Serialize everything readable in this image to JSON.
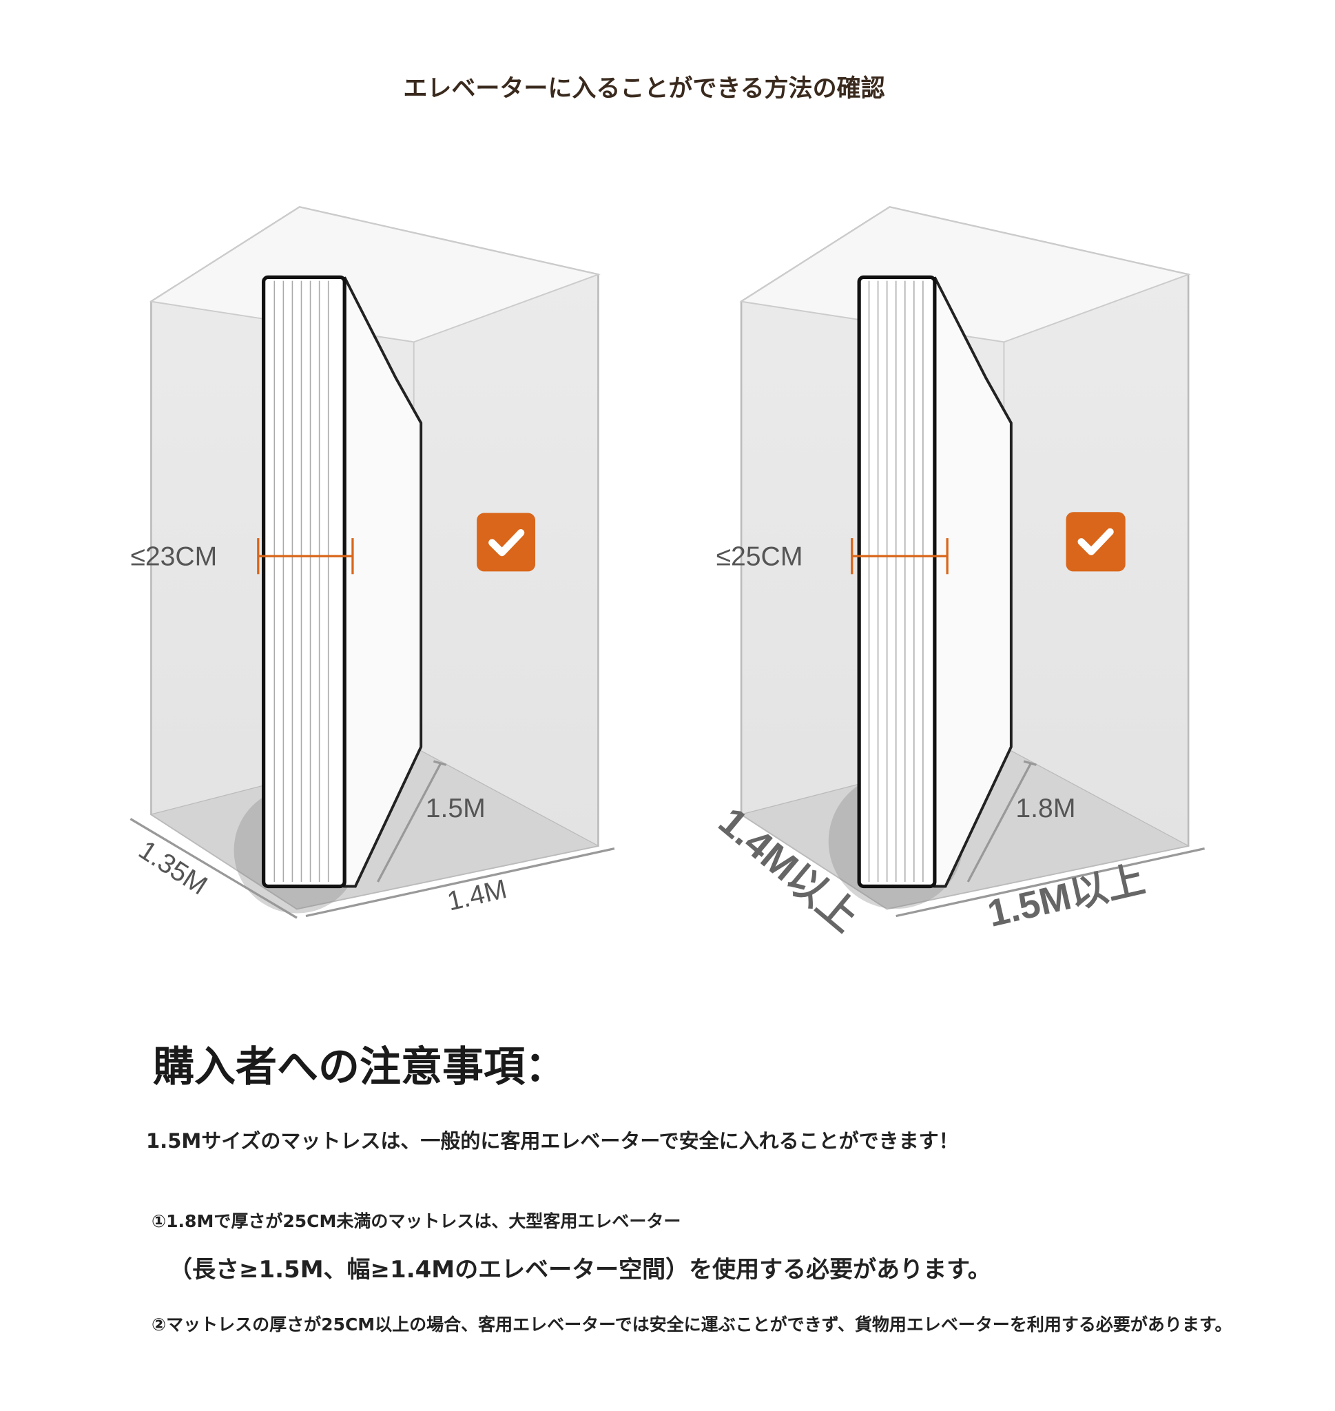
{
  "title": "エレベーターに入ることができる方法の確認",
  "colors": {
    "accent": "#d9661a",
    "label": "#555555",
    "title": "#3a2a1e"
  },
  "diagrams": [
    {
      "thickness_label": "≤23CM",
      "mattress_length_label": "1.5M",
      "depth_label": "1.35M",
      "width_label": "1.4M",
      "status_icon": "check-icon"
    },
    {
      "thickness_label": "≤25CM",
      "mattress_length_label": "1.8M",
      "depth_label": "1.4M以上",
      "width_label": "1.5M以上",
      "status_icon": "check-icon"
    }
  ],
  "notes": {
    "heading": "購入者への注意事項：",
    "intro": "1.5Mサイズのマットレスは、一般的に客用エレベーターで安全に入れることができます！",
    "item1_line1": "①1.8Mで厚さが25CM未満のマットレスは、大型客用エレベーター",
    "item1_line2": "（長さ≥1.5M、幅≥1.4Mのエレベーター空間）を使用する必要があります。",
    "item2": "②マットレスの厚さが25CM以上の場合、客用エレベーターでは安全に運ぶことができず、貨物用エレベーターを利用する必要があります。"
  }
}
